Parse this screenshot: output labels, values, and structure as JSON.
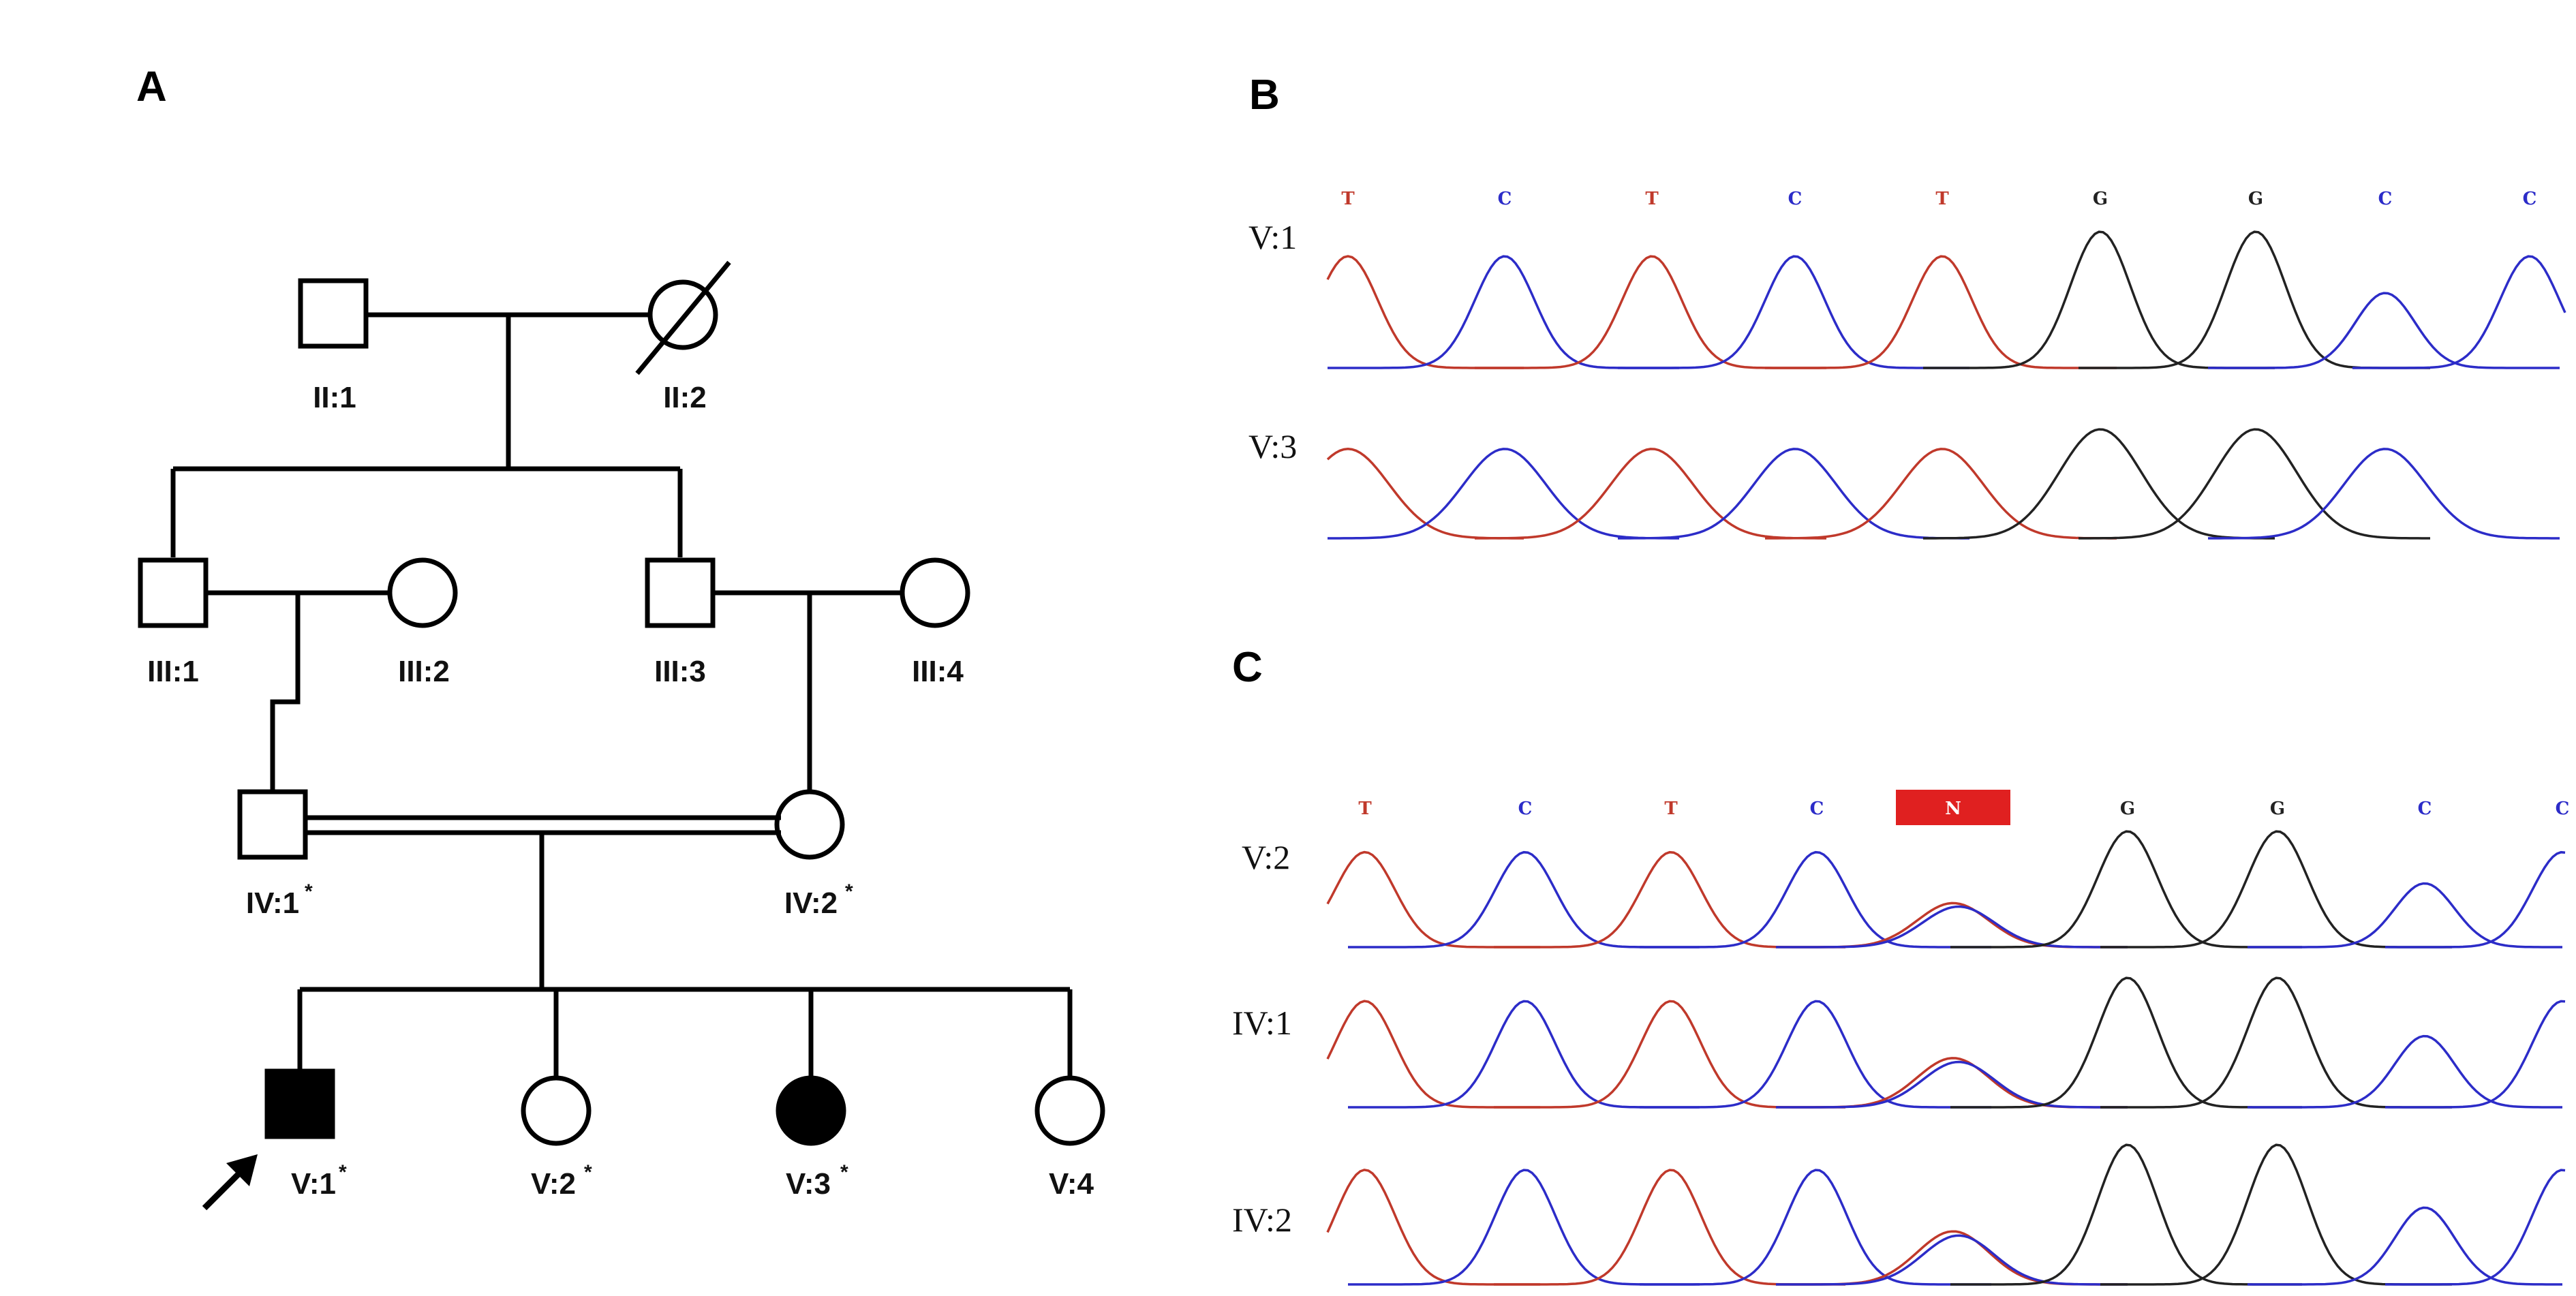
{
  "panels": {
    "a": {
      "letter": "A"
    },
    "b": {
      "letter": "B"
    },
    "c": {
      "letter": "C"
    }
  },
  "pedigree": {
    "individuals": [
      {
        "id": "II:1",
        "sex": "male",
        "affected": false,
        "deceased": false,
        "sequenced": false,
        "label": "II:1"
      },
      {
        "id": "II:2",
        "sex": "female",
        "affected": false,
        "deceased": true,
        "sequenced": false,
        "label": "II:2"
      },
      {
        "id": "III:1",
        "sex": "male",
        "affected": false,
        "deceased": false,
        "sequenced": false,
        "label": "III:1"
      },
      {
        "id": "III:2",
        "sex": "female",
        "affected": false,
        "deceased": false,
        "sequenced": false,
        "label": "III:2"
      },
      {
        "id": "III:3",
        "sex": "male",
        "affected": false,
        "deceased": false,
        "sequenced": false,
        "label": "III:3"
      },
      {
        "id": "III:4",
        "sex": "female",
        "affected": false,
        "deceased": false,
        "sequenced": false,
        "label": "III:4"
      },
      {
        "id": "IV:1",
        "sex": "male",
        "affected": false,
        "deceased": false,
        "sequenced": true,
        "label": "IV:1"
      },
      {
        "id": "IV:2",
        "sex": "female",
        "affected": false,
        "deceased": false,
        "sequenced": true,
        "label": "IV:2"
      },
      {
        "id": "V:1",
        "sex": "male",
        "affected": true,
        "deceased": false,
        "sequenced": true,
        "proband": true,
        "label": "V:1"
      },
      {
        "id": "V:2",
        "sex": "female",
        "affected": false,
        "deceased": false,
        "sequenced": true,
        "label": "V:2"
      },
      {
        "id": "V:3",
        "sex": "female",
        "affected": true,
        "deceased": false,
        "sequenced": true,
        "label": "V:3"
      },
      {
        "id": "V:4",
        "sex": "female",
        "affected": false,
        "deceased": false,
        "sequenced": false,
        "label": "V:4"
      }
    ],
    "star": "*",
    "consanguineous_couple": [
      "IV:1",
      "IV:2"
    ]
  },
  "chromatograms": {
    "colors": {
      "T": "#c0392b",
      "C": "#2c2cc8",
      "G": "#222222",
      "N": "#e02020"
    },
    "b": {
      "header_bases": [
        "T",
        "C",
        "T",
        "C",
        "T",
        "G",
        "G",
        "C",
        "C"
      ],
      "traces": [
        {
          "label": "V:1",
          "peaks": [
            "T",
            "C",
            "T",
            "C",
            "T",
            "G",
            "G",
            "C",
            "C"
          ]
        },
        {
          "label": "V:3",
          "peaks": [
            "T",
            "C",
            "T",
            "C",
            "T",
            "G",
            "G",
            "C"
          ]
        }
      ]
    },
    "c": {
      "header_bases": [
        "T",
        "C",
        "T",
        "C",
        "N",
        "G",
        "G",
        "C",
        "C"
      ],
      "traces": [
        {
          "label": "V:2",
          "peaks": [
            "T",
            "C",
            "T",
            "C",
            "N",
            "G",
            "G",
            "C",
            "C"
          ]
        },
        {
          "label": "IV:1",
          "peaks": [
            "T",
            "C",
            "T",
            "C",
            "N",
            "G",
            "G",
            "C",
            "C"
          ]
        },
        {
          "label": "IV:2",
          "peaks": [
            "T",
            "C",
            "T",
            "C",
            "N",
            "G",
            "G",
            "C",
            "C"
          ]
        }
      ]
    }
  }
}
